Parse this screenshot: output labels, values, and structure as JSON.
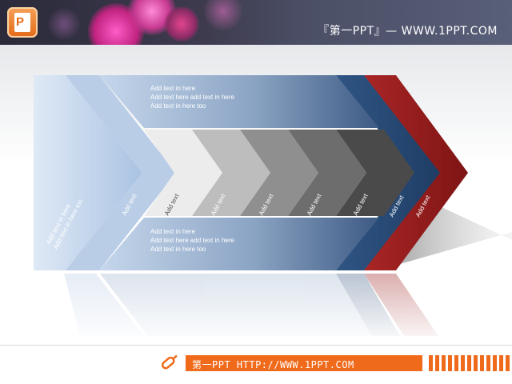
{
  "header": {
    "title": "『第一PPT』— WWW.1PPT.COM",
    "icon": "powerpoint-icon"
  },
  "diagram": {
    "top_band_lines": [
      "Add text in here",
      "Add text here add text in here",
      "Add text in here too"
    ],
    "bottom_band_lines": [
      "Add text in here",
      "Add text here add text in here",
      "Add text in here too"
    ],
    "left_lines": [
      "Add text in here",
      "Add text in here too"
    ],
    "chevron_labels": [
      "Add text",
      "Add text",
      "Add text",
      "Add text",
      "Add text",
      "Add text",
      "Add text",
      "Add text"
    ]
  },
  "footer": {
    "text": "第一PPT HTTP://WWW.1PPT.COM",
    "icon": "pin-icon"
  },
  "colors": {
    "header_bg": "#3e3b4e",
    "accent_orange": "#f06a1b",
    "dark_blue": "#2b4d7a",
    "dark_red": "#9b1c1c",
    "light_blue": "#c5d7ec"
  }
}
